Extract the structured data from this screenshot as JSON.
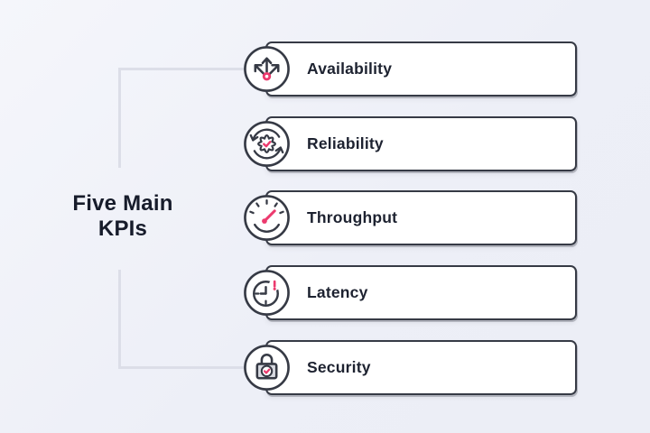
{
  "heading": {
    "line1": "Five Main",
    "line2": "KPIs"
  },
  "kpis": [
    {
      "label": "Availability",
      "icon": "branch-arrows-icon"
    },
    {
      "label": "Reliability",
      "icon": "sync-gear-check-icon"
    },
    {
      "label": "Throughput",
      "icon": "speedometer-icon"
    },
    {
      "label": "Latency",
      "icon": "clock-alert-icon"
    },
    {
      "label": "Security",
      "icon": "lock-check-icon"
    }
  ],
  "colors": {
    "background": "#edeff7",
    "box_fill": "#ffffff",
    "outline": "#363a45",
    "accent_pink": "#ec3a6e",
    "connector": "#dcdee8",
    "text": "#1d2230"
  }
}
